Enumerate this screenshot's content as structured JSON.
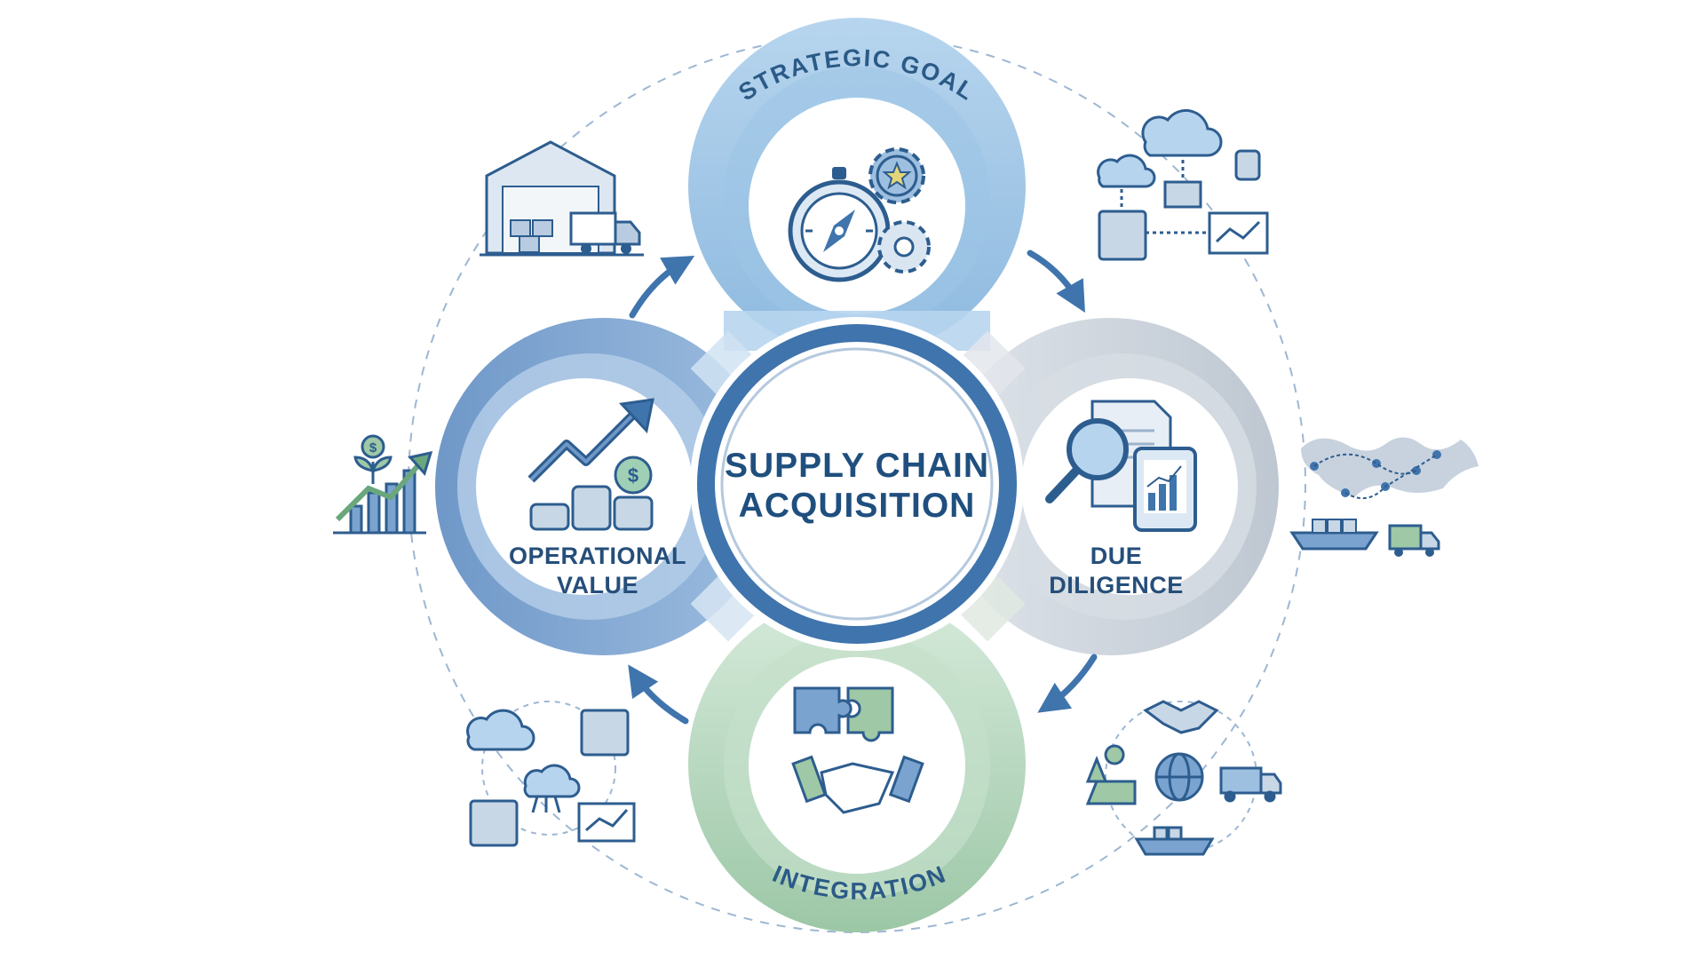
{
  "diagram": {
    "center": {
      "line1": "SUPPLY CHAIN",
      "line2": "ACQUISITION"
    },
    "nodes": {
      "top": {
        "label": "STRATEGIC GOAL"
      },
      "right": {
        "line1": "DUE",
        "line2": "DILIGENCE"
      },
      "bottom": {
        "label": "INTEGRATION"
      },
      "left": {
        "line1": "OPERATIONAL",
        "line2": "VALUE"
      }
    },
    "colors": {
      "blue_dark": "#3f74ad",
      "blue_mid": "#6d97c6",
      "blue_light": "#a9cae6",
      "gray": "#c9d0d8",
      "green": "#a9cfae",
      "text": "#1f4f7e"
    },
    "icons": {
      "top": [
        "compass-icon",
        "gear-icon",
        "star-icon"
      ],
      "right": [
        "magnifier-icon",
        "document-icon",
        "tablet-chart-icon"
      ],
      "bottom": [
        "puzzle-icon",
        "handshake-icon"
      ],
      "left": [
        "trend-arrow-icon",
        "coin-stack-icon",
        "dollar-coin-icon"
      ],
      "outer": [
        "warehouse-truck-icon",
        "cloud-network-icon",
        "world-map-logistics-icon",
        "global-partner-network-icon",
        "cloud-server-network-icon",
        "growth-plant-chart-icon"
      ]
    }
  }
}
